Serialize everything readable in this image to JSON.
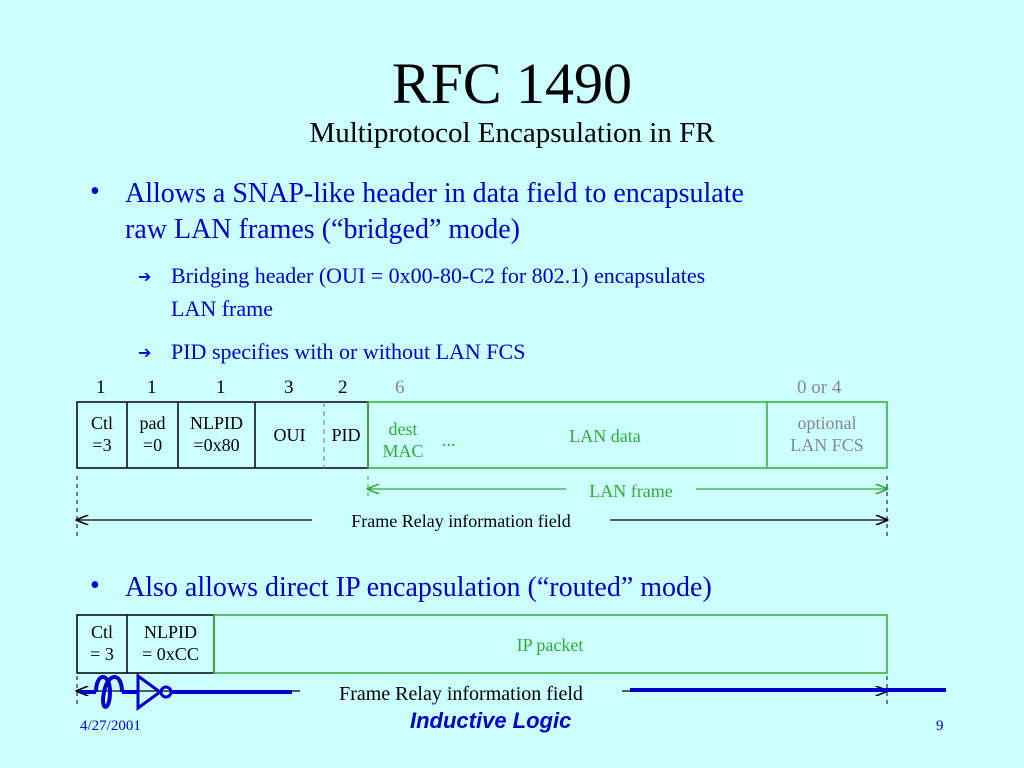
{
  "slide": {
    "title": "RFC 1490",
    "subtitle": "Multiprotocol Encapsulation in FR",
    "bullets": [
      {
        "text_line1": "Allows a SNAP-like header in data field to encapsulate",
        "text_line2": "raw LAN frames (“bridged” mode)"
      },
      {
        "text_line1": "Also allows direct IP encapsulation (“routed” mode)"
      }
    ],
    "sub_bullets": [
      {
        "line1": "Bridging header (OUI = 0x00-80-C2 for 802.1) encapsulates",
        "line2": "LAN frame"
      },
      {
        "line1": "PID specifies with or without LAN FCS"
      }
    ],
    "bullet_glyph": "•",
    "sub_bullet_glyph": "➔"
  },
  "bridged_frame": {
    "field_sizes": [
      "1",
      "1",
      "1",
      "3",
      "2",
      "6",
      "0 or 4"
    ],
    "cells": {
      "ctl": [
        "Ctl",
        "=3"
      ],
      "pad": [
        "pad",
        "=0"
      ],
      "nlpid": [
        "NLPID",
        "=0x80"
      ],
      "oui": "OUI",
      "pid": "PID",
      "dest_mac": [
        "dest",
        "MAC"
      ],
      "ellipsis": "...",
      "lan_data": "LAN data",
      "lan_fcs": [
        "optional",
        "LAN FCS"
      ]
    },
    "spans": {
      "lan_frame": "LAN frame",
      "fr_info_field": "Frame Relay information field"
    }
  },
  "routed_frame": {
    "cells": {
      "ctl": [
        "Ctl",
        "= 3"
      ],
      "nlpid": [
        "NLPID",
        "= 0xCC"
      ],
      "ip_packet": "IP packet"
    },
    "spans": {
      "fr_info_field": "Frame Relay information field"
    }
  },
  "footer": {
    "date": "4/27/2001",
    "brand": "Inductive Logic",
    "page": "9"
  },
  "colors": {
    "background": "#ccffff",
    "bullet_blue": "#0000cc",
    "lan_green": "#33aa33",
    "muted_gray": "#888888"
  }
}
